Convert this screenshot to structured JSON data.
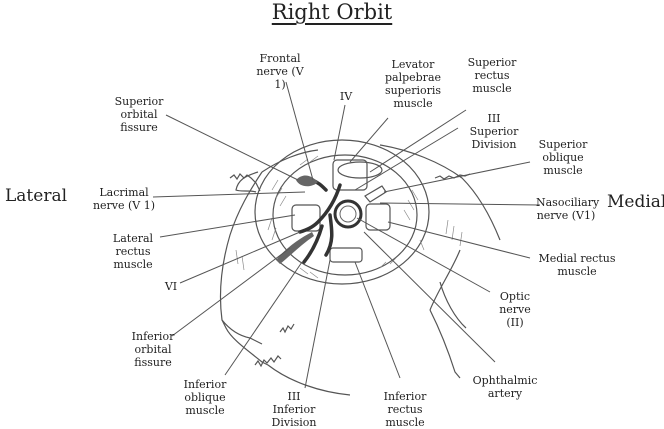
{
  "title": "Right Orbit",
  "orientation": {
    "left": "Lateral",
    "right": "Medial"
  },
  "labels": [
    {
      "id": "frontal-nerve",
      "text": "Frontal\nnerve (V 1)"
    },
    {
      "id": "trochlear-nerve",
      "text": "IV"
    },
    {
      "id": "levator",
      "text": "Levator\npalpebrae\nsuperioris\nmuscle"
    },
    {
      "id": "superior-rectus",
      "text": "Superior\nrectus\nmuscle"
    },
    {
      "id": "superior-division",
      "text": "III\nSuperior\nDivision"
    },
    {
      "id": "superior-orbital-fissure",
      "text": "Superior\norbital\nfissure"
    },
    {
      "id": "superior-oblique",
      "text": "Superior\noblique\nmuscle"
    },
    {
      "id": "lacrimal-nerve",
      "text": "Lacrimal\nnerve (V 1)"
    },
    {
      "id": "nasociliary-nerve",
      "text": "Nasociliary\nnerve (V1)"
    },
    {
      "id": "lateral-rectus",
      "text": "Lateral\nrectus\nmuscle"
    },
    {
      "id": "medial-rectus",
      "text": "Medial rectus\nmuscle"
    },
    {
      "id": "abducens",
      "text": "VI"
    },
    {
      "id": "optic-nerve",
      "text": "Optic\nnerve (II)"
    },
    {
      "id": "inferior-orbital-fissure",
      "text": "Inferior\norbital\nfissure"
    },
    {
      "id": "ophthalmic-artery",
      "text": "Ophthalmic\nartery"
    },
    {
      "id": "inferior-oblique",
      "text": "Inferior\noblique\nmuscle"
    },
    {
      "id": "inferior-division",
      "text": "III\nInferior\nDivision"
    },
    {
      "id": "inferior-rectus",
      "text": "Inferior\nrectus\nmuscle"
    }
  ]
}
